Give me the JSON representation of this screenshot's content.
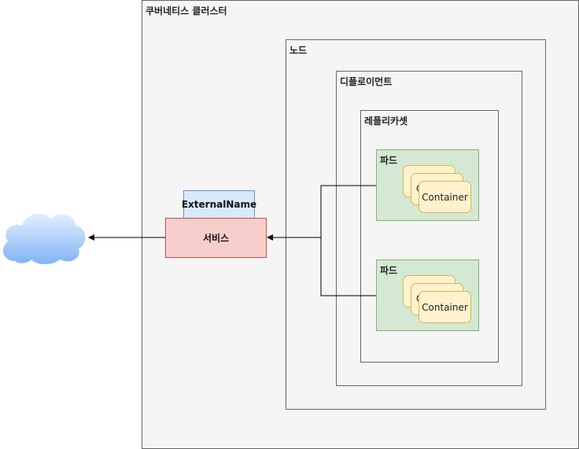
{
  "cluster": {
    "label": "쿠버네티스 클러스터"
  },
  "node": {
    "label": "노드"
  },
  "deployment": {
    "label": "디플로이먼트"
  },
  "replicaset": {
    "label": "레플리카셋"
  },
  "pods": [
    {
      "label": "파드",
      "container_label": "Container",
      "peek_letter": "C"
    },
    {
      "label": "파드",
      "container_label": "Container",
      "peek_letter": "C"
    }
  ],
  "external_name": {
    "label": "ExternalName"
  },
  "service": {
    "label": "서비스"
  },
  "colors": {
    "frame_fill": "#f5f5f5",
    "pod_fill": "#d5e8d4",
    "container_fill": "#fff2cc",
    "external_name_fill": "#dae8fc",
    "service_fill": "#f8cecc",
    "cloud": "#7fb3f5"
  },
  "icons": {
    "internet": "cloud-icon"
  }
}
